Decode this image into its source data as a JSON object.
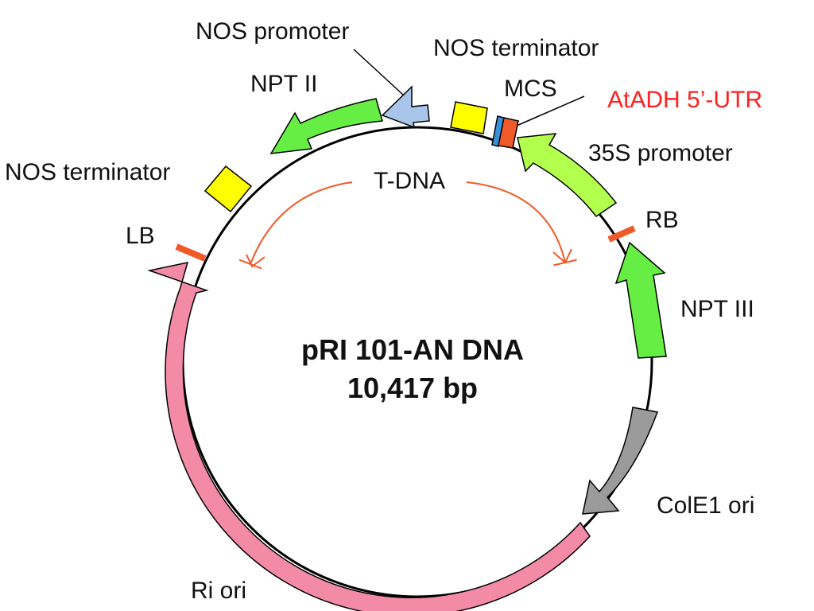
{
  "plasmid": {
    "name": "pRI 101-AN DNA",
    "size": "10,417 bp"
  },
  "region": {
    "label": "T-DNA",
    "color": "#f05a28"
  },
  "features": [
    {
      "id": "nos-promoter",
      "label": "NOS promoter",
      "type": "arrow",
      "color": "#a9c6ea"
    },
    {
      "id": "nos-terminator-top",
      "label": "NOS terminator",
      "type": "box",
      "color": "#ffff00"
    },
    {
      "id": "mcs",
      "label": "MCS",
      "type": "box",
      "color": "#3b8fd6"
    },
    {
      "id": "atadh-utr",
      "label": "AtADH 5’-UTR",
      "type": "box",
      "color": "#f05a28",
      "label_color": "#ff2020"
    },
    {
      "id": "35s-promoter",
      "label": "35S promoter",
      "type": "arrow",
      "color": "#b3ff4d"
    },
    {
      "id": "rb",
      "label": "RB",
      "type": "border",
      "color": "#f05a28"
    },
    {
      "id": "npt-iii",
      "label": "NPT III",
      "type": "arrow",
      "color": "#66ee44"
    },
    {
      "id": "cole1-ori",
      "label": "ColE1 ori",
      "type": "arrow",
      "color": "#9b9b9b"
    },
    {
      "id": "ri-ori",
      "label": "Ri ori",
      "type": "arrow",
      "color": "#f48ba6"
    },
    {
      "id": "lb",
      "label": "LB",
      "type": "border",
      "color": "#f05a28"
    },
    {
      "id": "nos-terminator-left",
      "label": "NOS terminator",
      "type": "box",
      "color": "#ffff00"
    },
    {
      "id": "npt-ii",
      "label": "NPT II",
      "type": "arrow",
      "color": "#66ee44"
    }
  ]
}
